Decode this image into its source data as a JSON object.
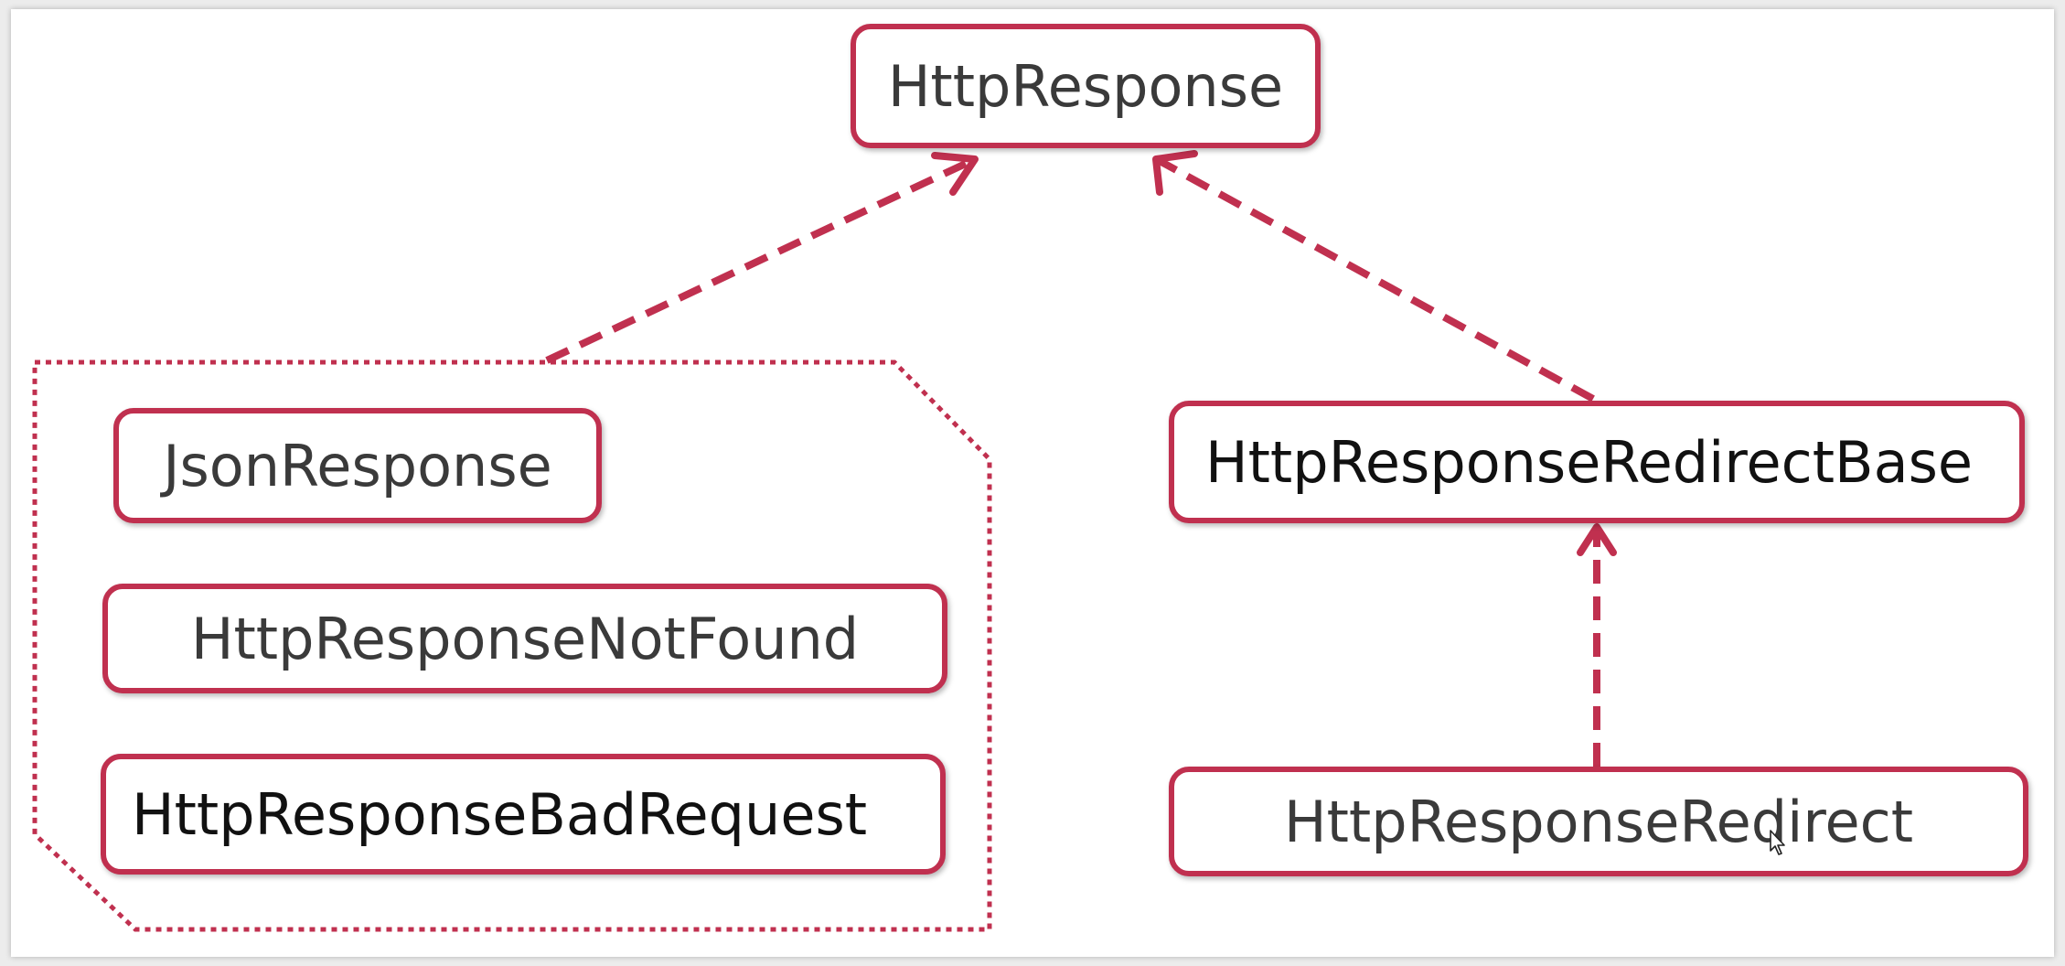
{
  "diagram": {
    "nodes": {
      "http_response": "HttpResponse",
      "json_response": "JsonResponse",
      "not_found": "HttpResponseNotFound",
      "bad_request": "HttpResponseBadRequest",
      "redirect_base": "HttpResponseRedirectBase",
      "redirect": "HttpResponseRedirect"
    },
    "edges": [
      {
        "from": "subclass-group",
        "to": "HttpResponse",
        "style": "dashed"
      },
      {
        "from": "HttpResponseRedirectBase",
        "to": "HttpResponse",
        "style": "dashed"
      },
      {
        "from": "HttpResponseRedirect",
        "to": "HttpResponseRedirectBase",
        "style": "dashed"
      }
    ],
    "colors": {
      "accent": "#c0304f",
      "node_fill": "#ffffff",
      "text": "#3a3a3a",
      "text_dark": "#111111",
      "background": "#ffffff"
    }
  }
}
